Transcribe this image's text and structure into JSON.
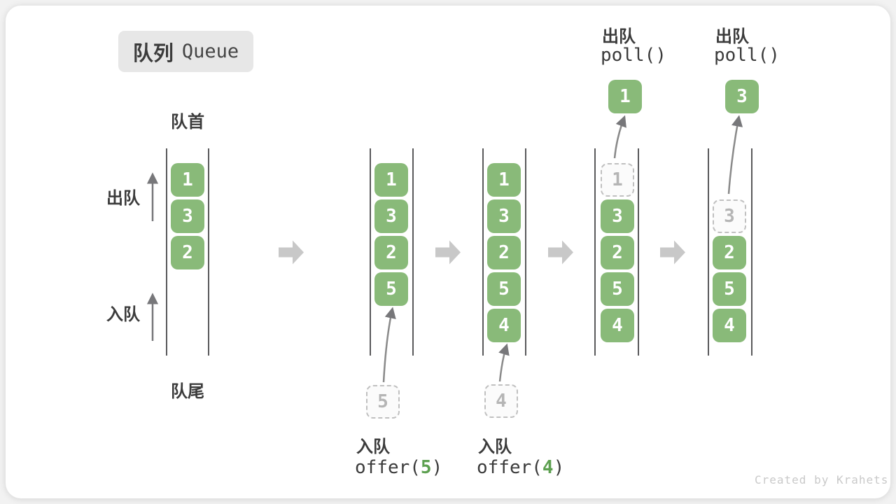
{
  "header": {
    "badge_zh": "队列",
    "badge_en": "Queue"
  },
  "side_labels": {
    "front": "队首",
    "rear": "队尾",
    "dequeue": "出队",
    "enqueue": "入队"
  },
  "states": [
    {
      "name": "initial",
      "cells": [
        "1",
        "3",
        "2"
      ]
    },
    {
      "name": "after-offer-5",
      "cells": [
        "1",
        "3",
        "2",
        "5"
      ],
      "pending": "5",
      "op": {
        "zh": "入队",
        "code_pre": "offer(",
        "code_arg": "5",
        "code_post": ")"
      }
    },
    {
      "name": "after-offer-4",
      "cells": [
        "1",
        "3",
        "2",
        "5",
        "4"
      ],
      "pending": "4",
      "op": {
        "zh": "入队",
        "code_pre": "offer(",
        "code_arg": "4",
        "code_post": ")"
      }
    },
    {
      "name": "after-poll-1",
      "removed": "1",
      "cells": [
        "3",
        "2",
        "5",
        "4"
      ],
      "polled": "1",
      "op": {
        "zh": "出队",
        "code": "poll()"
      }
    },
    {
      "name": "after-poll-3",
      "removed": "3",
      "cells": [
        "2",
        "5",
        "4"
      ],
      "polled": "3",
      "op": {
        "zh": "出队",
        "code": "poll()"
      }
    }
  ],
  "watermark": "Created by Krahets",
  "colors": {
    "cell_green": "#89ba79",
    "code_green": "#5da050",
    "wall_gray": "#59595b",
    "arrow_gray": "#77777a",
    "block_arrow_gray": "#c8c8c8",
    "dashed_border": "#c0c0c0",
    "dashed_text": "#b5b5b5",
    "text_dark": "#3b3b3b",
    "badge_bg": "#e7e7e7",
    "watermark_gray": "#c9c9c9"
  }
}
